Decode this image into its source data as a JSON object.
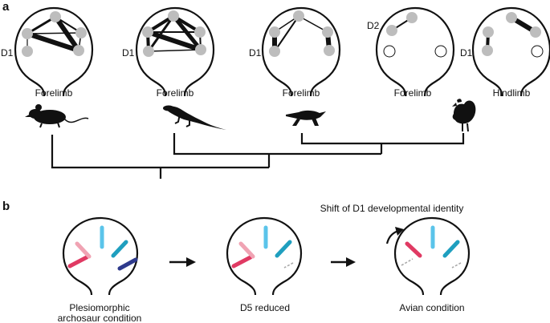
{
  "panel_a": {
    "letter": "a",
    "hands": [
      {
        "caption": "Forelimb",
        "label": "D1"
      },
      {
        "caption": "Forelimb",
        "label": "D1"
      },
      {
        "caption": "Forelimb",
        "label": "D1"
      },
      {
        "caption": "Forelimb",
        "label": "D2"
      },
      {
        "caption": "Hindlimb",
        "label": "D1"
      }
    ],
    "animals": [
      "mouse-silhouette",
      "lizard-silhouette",
      "crocodile-silhouette",
      "chicken-silhouette"
    ]
  },
  "panel_b": {
    "letter": "b",
    "stages": [
      {
        "caption_line1": "Plesiomorphic",
        "caption_line2": "archosaur condition"
      },
      {
        "caption_line1": "D5 reduced",
        "caption_line2": ""
      },
      {
        "caption_line1": "Avian condition",
        "caption_line2": ""
      }
    ],
    "shift_annotation": "Shift of D1 developmental identity",
    "digit_colors": {
      "d1": "#e03a63",
      "d2": "#f0a3b3",
      "d3": "#5bc4ea",
      "d4": "#1f9fbf",
      "d5": "#2e3a8c",
      "reduced": "#aaaaaa"
    }
  },
  "colors": {
    "outline": "#111111",
    "node_fill": "#bdbdbd"
  }
}
